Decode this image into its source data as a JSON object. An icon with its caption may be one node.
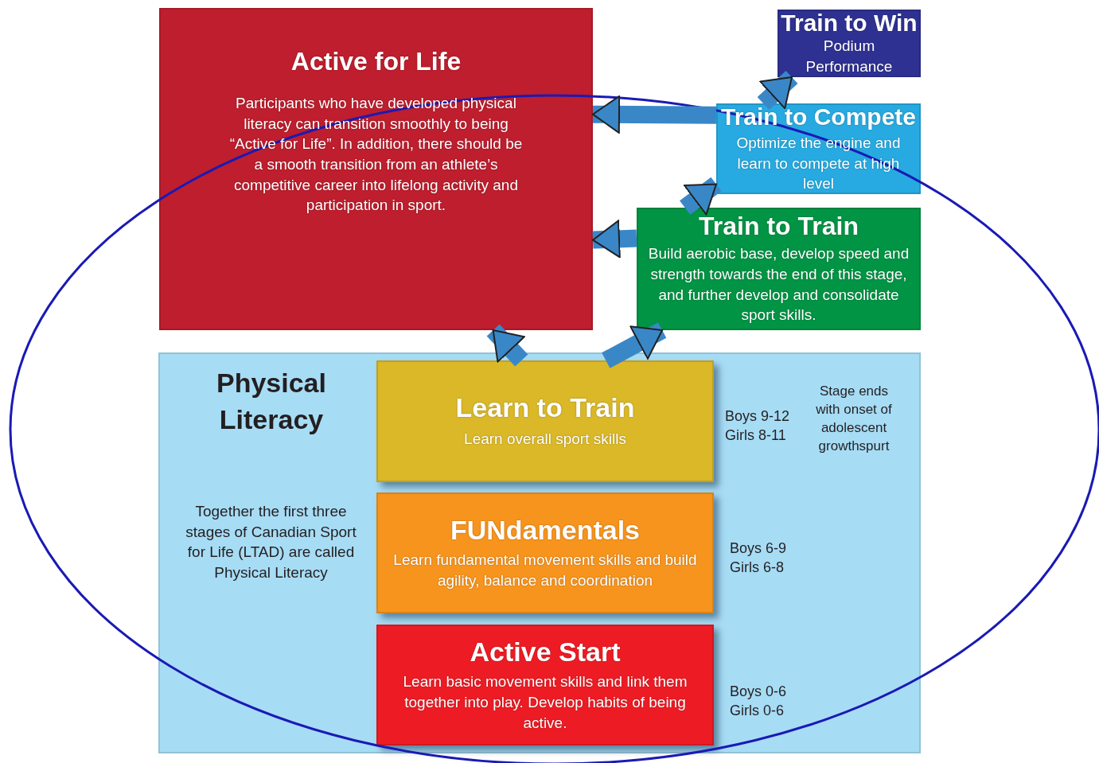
{
  "diagram": {
    "nodes": [
      {
        "text": [
          "Active for Life",
          "Participants who have developed physical literacy can transition smoothly to being “Active for Life”.  In addition, there should be a smooth transition from an athlete’s competitive career into lifelong activity and participation in sport."
        ]
      },
      {
        "text": [
          "Train to Win",
          "Podium Performance"
        ]
      },
      {
        "text": [
          "Train to Compete",
          "Optimize the engine and learn to compete at high level"
        ]
      },
      {
        "text": [
          "Train to Train",
          "Build aerobic base, develop speed and strength towards the end of this stage, and further develop and consolidate sport skills."
        ]
      },
      {
        "text": [
          "Physical Literacy",
          "Together the first three stages of Canadian Sport for Life (LTAD) are called Physical Literacy"
        ]
      },
      {
        "text": [
          "Learn to Train",
          "Learn overall sport skills"
        ],
        "in": 4,
        "beside": [
          "Boys 9-12 Girls 8-11",
          "Stage ends with onset of adolescent growthspurt"
        ]
      },
      {
        "text": [
          "FUNdamentals",
          "Learn fundamental movement skills and build agility, balance and coordination"
        ],
        "in": 4,
        "beside": [
          "Boys 6-9 Girls 6-8"
        ]
      },
      {
        "text": [
          "Active Start",
          "Learn basic movement skills and link them together into play. Develop habits of being active."
        ],
        "in": 4,
        "beside": [
          "Boys 0-6 Girls 0-6"
        ]
      }
    ],
    "edges": [
      {
        "from": 2,
        "to": 0,
        "arrow": "to"
      },
      {
        "from": 3,
        "to": 0,
        "arrow": "to"
      },
      {
        "from": 2,
        "to": 1,
        "arrow": "to"
      },
      {
        "from": 3,
        "to": 2,
        "arrow": "to"
      },
      {
        "from": 5,
        "to": 0,
        "arrow": "to"
      },
      {
        "from": 5,
        "to": 3,
        "arrow": "to"
      }
    ]
  }
}
